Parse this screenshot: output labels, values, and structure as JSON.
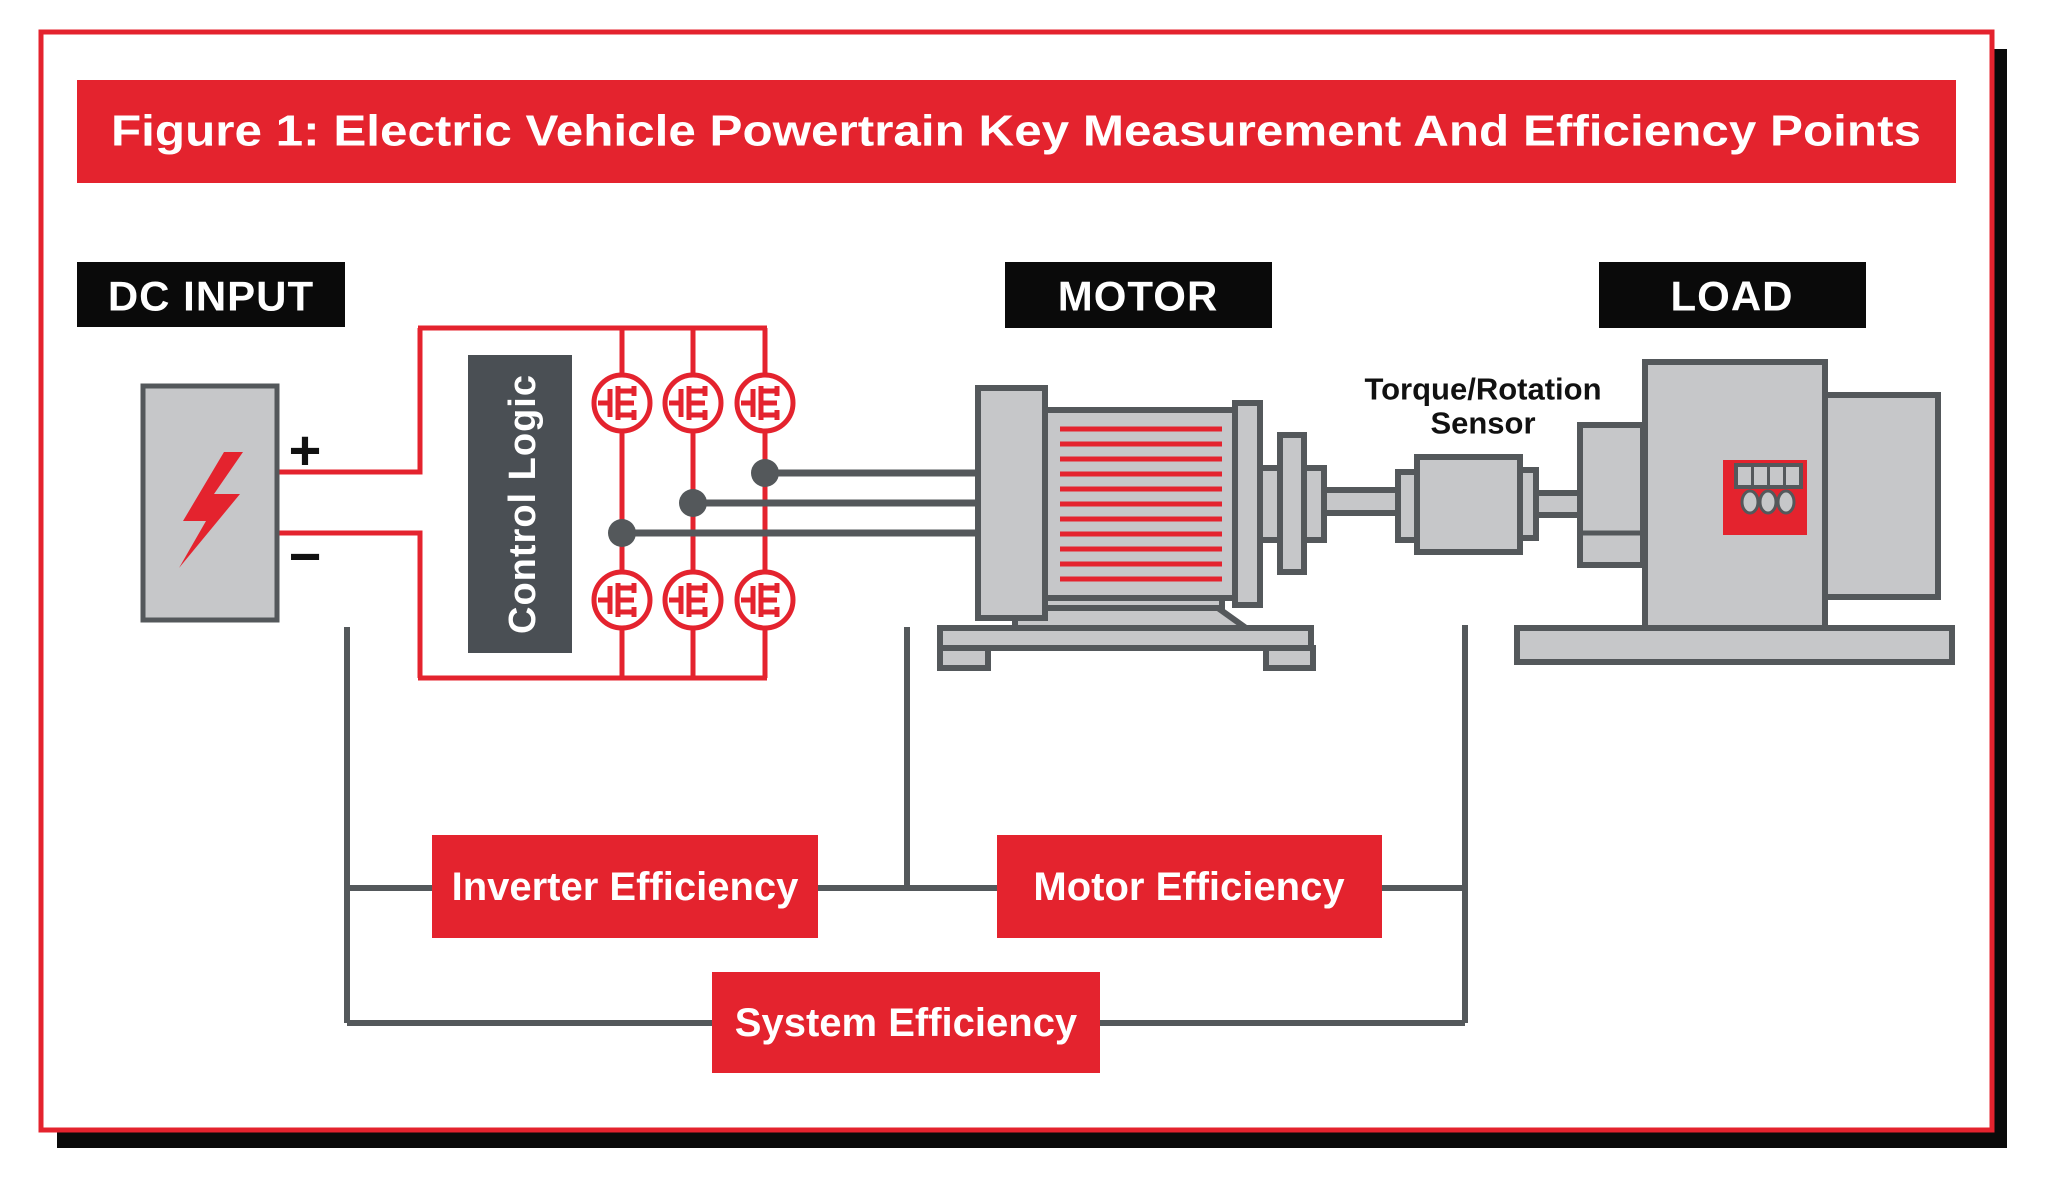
{
  "title": "Figure 1: Electric Vehicle Powertrain Key Measurement And Efficiency Points",
  "section_labels": {
    "dc_input": "DC INPUT",
    "motor": "MOTOR",
    "load": "LOAD"
  },
  "battery": {
    "plus": "+",
    "minus": "−"
  },
  "inverter": {
    "control_logic": "Control Logic"
  },
  "sensor": {
    "line1": "Torque/Rotation",
    "line2": "Sensor"
  },
  "efficiency": {
    "inverter": "Inverter Efficiency",
    "motor": "Motor Efficiency",
    "system": "System Efficiency"
  },
  "colors": {
    "red": "#e4232e",
    "dark": "#54585b",
    "control": "#4a4f54",
    "gray": "#c6c7c9",
    "black": "#0a0a0a",
    "white": "#ffffff"
  }
}
